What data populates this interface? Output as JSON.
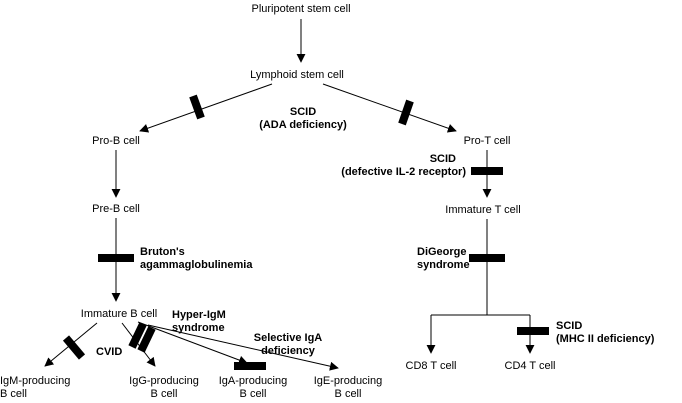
{
  "nodes": {
    "pluripotent": {
      "label": "Pluripotent stem cell"
    },
    "lymphoid": {
      "label": "Lymphoid stem cell"
    },
    "pro_b": {
      "label": "Pro-B cell"
    },
    "pro_t": {
      "label": "Pro-T cell"
    },
    "pre_b": {
      "label": "Pre-B cell"
    },
    "immature_t": {
      "label": "Immature T cell"
    },
    "immature_b": {
      "label": "Immature B cell"
    },
    "cd8": {
      "label": "CD8 T cell"
    },
    "cd4": {
      "label": "CD4 T cell"
    },
    "igm": {
      "line1": "IgM-producing",
      "line2": "B cell"
    },
    "igg": {
      "line1": "IgG-producing",
      "line2": "B cell"
    },
    "iga": {
      "line1": "IgA-producing",
      "line2": "B cell"
    },
    "ige": {
      "line1": "IgE-producing",
      "line2": "B cell"
    }
  },
  "diseases": {
    "scid_ada": {
      "line1": "SCID",
      "line2": "(ADA deficiency)"
    },
    "scid_il2": {
      "line1": "SCID",
      "line2": "(defective IL-2 receptor)"
    },
    "brutons": {
      "line1": "Bruton's",
      "line2": "agammaglobulinemia"
    },
    "digeorge": {
      "line1": "DiGeorge",
      "line2": "syndrome"
    },
    "hyper_igm": {
      "line1": "Hyper-IgM",
      "line2": "syndrome"
    },
    "cvid": {
      "line1": "CVID"
    },
    "selective_iga": {
      "line1": "Selective IgA",
      "line2": "deficiency"
    },
    "scid_mhc": {
      "line1": "SCID",
      "line2": "(MHC II deficiency)"
    }
  },
  "colors": {
    "line": "#000000",
    "block_bar": "#000000",
    "text": "#000000",
    "background": "#ffffff"
  }
}
